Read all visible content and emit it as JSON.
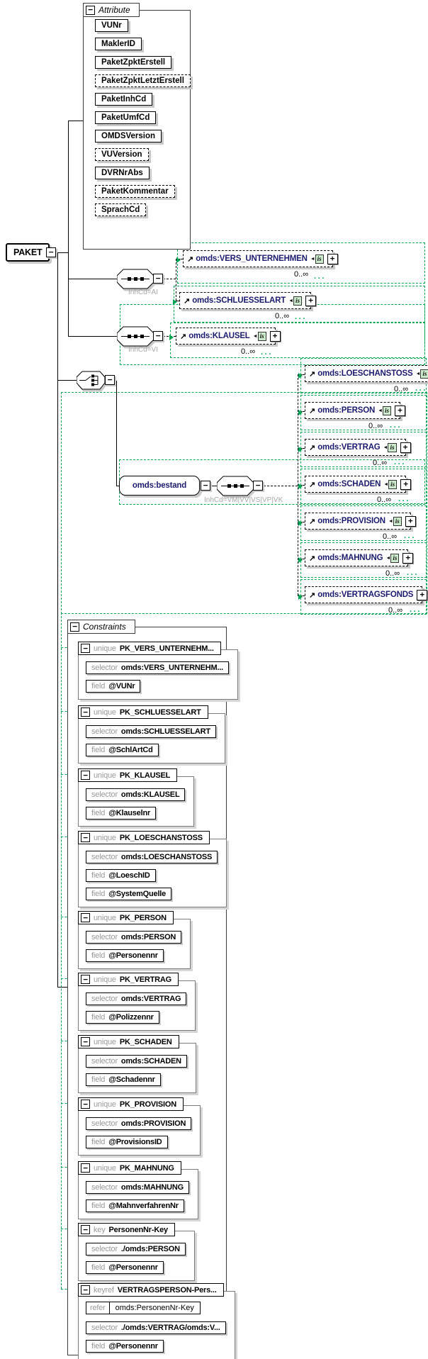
{
  "root": {
    "label": "PAKET"
  },
  "icons": {
    "collapse": "−",
    "expand": "+",
    "reference_arrow": "↗",
    "badge_arrow": "◄",
    "identity_badge": "is",
    "green_dots": "···"
  },
  "colors": {
    "optional_green": "#00a651",
    "element_text": "#1c1c6e",
    "muted_text": "#9a9a9a",
    "badge_bg": "#cdeccd",
    "shadow": "#c9c9c9"
  },
  "compositors": {
    "seq_ai": {
      "type": "sequence",
      "label": "InhCd=AI"
    },
    "seq_vi": {
      "type": "sequence",
      "label": "InhCd=VI"
    },
    "choice": {
      "type": "choice",
      "label": ""
    },
    "seq_bestand": {
      "type": "sequence",
      "label": "InhCd=VM|VV|VS|VP|VK"
    }
  },
  "elements": {
    "vers_unternehmen": {
      "label": "omds:VERS_UNTERNEHMEN",
      "occurs": "0..∞"
    },
    "schluesselart": {
      "label": "omds:SCHLUESSELART",
      "occurs": "0..∞"
    },
    "klausel": {
      "label": "omds:KLAUSEL",
      "occurs": "0..∞"
    },
    "bestand": {
      "label": "omds:bestand"
    },
    "bestand_children": [
      {
        "label": "omds:LOESCHANSTOSS",
        "occurs": "0..∞"
      },
      {
        "label": "omds:PERSON",
        "occurs": "0..∞"
      },
      {
        "label": "omds:VERTRAG",
        "occurs": "0..∞"
      },
      {
        "label": "omds:SCHADEN",
        "occurs": "0..∞"
      },
      {
        "label": "omds:PROVISION",
        "occurs": "0..∞"
      },
      {
        "label": "omds:MAHNUNG",
        "occurs": "0..∞"
      },
      {
        "label": "omds:VERTRAGSFONDS",
        "occurs": "0..∞"
      }
    ]
  },
  "sections": {
    "attributes": {
      "title": "Attribute",
      "items": [
        {
          "label": "VUNr",
          "optional": false
        },
        {
          "label": "MaklerID",
          "optional": false
        },
        {
          "label": "PaketZpktErstell",
          "optional": false
        },
        {
          "label": "PaketZpktLetztErstell",
          "optional": true
        },
        {
          "label": "PaketInhCd",
          "optional": false
        },
        {
          "label": "PaketUmfCd",
          "optional": false
        },
        {
          "label": "OMDSVersion",
          "optional": false
        },
        {
          "label": "VUVersion",
          "optional": true
        },
        {
          "label": "DVRNrAbs",
          "optional": false
        },
        {
          "label": "PaketKommentar",
          "optional": true
        },
        {
          "label": "SprachCd",
          "optional": true
        }
      ]
    },
    "constraints": {
      "title": "Constraints",
      "groups": [
        {
          "kind": "unique",
          "name": "PK_VERS_UNTERNEHM...",
          "rows": [
            {
              "kind": "selector",
              "value": "omds:VERS_UNTERNEHM..."
            },
            {
              "kind": "field",
              "value": "@VUNr"
            }
          ]
        },
        {
          "kind": "unique",
          "name": "PK_SCHLUESSELART",
          "rows": [
            {
              "kind": "selector",
              "value": "omds:SCHLUESSELART"
            },
            {
              "kind": "field",
              "value": "@SchlArtCd"
            }
          ]
        },
        {
          "kind": "unique",
          "name": "PK_KLAUSEL",
          "rows": [
            {
              "kind": "selector",
              "value": "omds:KLAUSEL"
            },
            {
              "kind": "field",
              "value": "@Klauselnr"
            }
          ]
        },
        {
          "kind": "unique",
          "name": "PK_LOESCHANSTOSS",
          "rows": [
            {
              "kind": "selector",
              "value": "omds:LOESCHANSTOSS"
            },
            {
              "kind": "field",
              "value": "@LoeschID"
            },
            {
              "kind": "field",
              "value": "@SystemQuelle"
            }
          ]
        },
        {
          "kind": "unique",
          "name": "PK_PERSON",
          "rows": [
            {
              "kind": "selector",
              "value": "omds:PERSON"
            },
            {
              "kind": "field",
              "value": "@Personennr"
            }
          ]
        },
        {
          "kind": "unique",
          "name": "PK_VERTRAG",
          "rows": [
            {
              "kind": "selector",
              "value": "omds:VERTRAG"
            },
            {
              "kind": "field",
              "value": "@Polizzennr"
            }
          ]
        },
        {
          "kind": "unique",
          "name": "PK_SCHADEN",
          "rows": [
            {
              "kind": "selector",
              "value": "omds:SCHADEN"
            },
            {
              "kind": "field",
              "value": "@Schadennr"
            }
          ]
        },
        {
          "kind": "unique",
          "name": "PK_PROVISION",
          "rows": [
            {
              "kind": "selector",
              "value": "omds:PROVISION"
            },
            {
              "kind": "field",
              "value": "@ProvisionsID"
            }
          ]
        },
        {
          "kind": "unique",
          "name": "PK_MAHNUNG",
          "rows": [
            {
              "kind": "selector",
              "value": "omds:MAHNUNG"
            },
            {
              "kind": "field",
              "value": "@MahnverfahrenNr"
            }
          ]
        },
        {
          "kind": "key",
          "name": "PersonenNr-Key",
          "rows": [
            {
              "kind": "selector",
              "value": "./omds:PERSON"
            },
            {
              "kind": "field",
              "value": "@Personennr"
            }
          ]
        },
        {
          "kind": "keyref",
          "name": "VERTRAGSPERSON-Pers...",
          "refer": {
            "kind": "refer",
            "value": "omds:PersonenNr-Key"
          },
          "rows": [
            {
              "kind": "selector",
              "value": "./omds:VERTRAG/omds:V..."
            },
            {
              "kind": "field",
              "value": "@Personennr"
            }
          ]
        }
      ]
    }
  }
}
